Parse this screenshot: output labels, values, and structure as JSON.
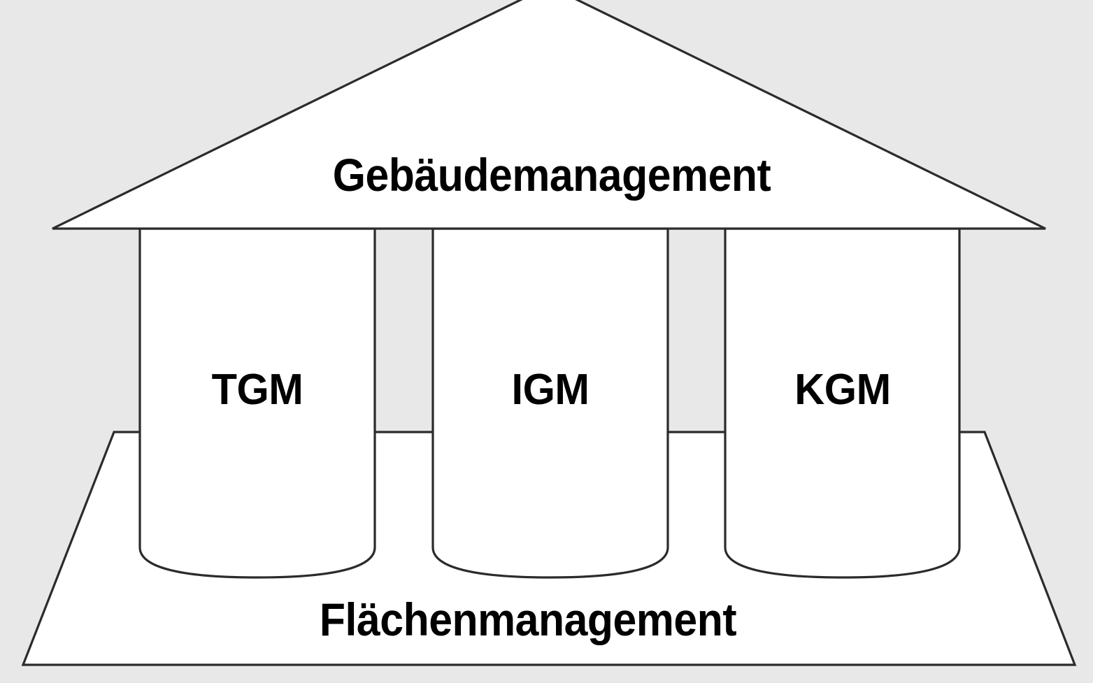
{
  "diagram": {
    "title": "Gebäudemanagement",
    "type": "temple-pillar-diagram",
    "background_color": "#e8e8e8",
    "shape_fill_color": "#ffffff",
    "stroke_color": "#2b2b2b",
    "text_color": "#000000",
    "roof": {
      "label": "Gebäudemanagement",
      "name": "roof-gable"
    },
    "base": {
      "label": "Flächenmanagement",
      "name": "base-platform"
    },
    "pillars": [
      {
        "label": "TGM",
        "name": "pillar-tgm"
      },
      {
        "label": "IGM",
        "name": "pillar-igm"
      },
      {
        "label": "KGM",
        "name": "pillar-kgm"
      }
    ]
  }
}
